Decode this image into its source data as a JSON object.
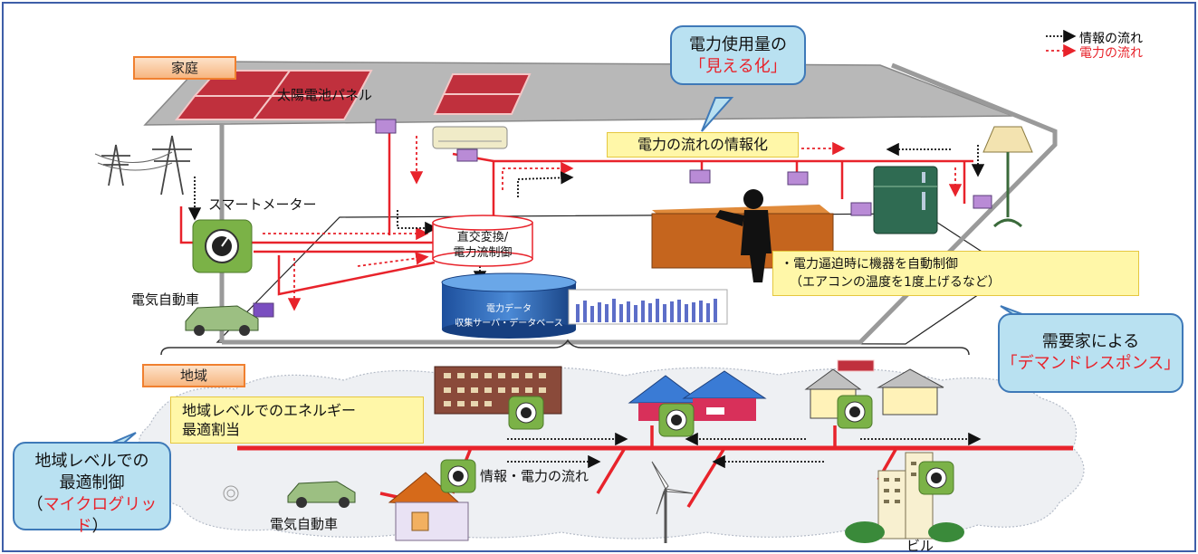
{
  "legend": {
    "info_flow": "情報の流れ",
    "power_flow": "電力の流れ"
  },
  "sections": {
    "home": "家庭",
    "region": "地域"
  },
  "home": {
    "solar_panel": "太陽電池パネル",
    "smart_meter": "スマートメーター",
    "dc_ac_line1": "直交変換/",
    "dc_ac_line2": "電力流制御",
    "server_line1": "電力データ",
    "server_line2": "収集サーバ・データベース",
    "ev": "電気自動車",
    "info_box": "電力の流れの情報化",
    "auto_control_line1": "・電力逼迫時に機器を自動制御",
    "auto_control_line2": "（エアコンの温度を1度上げるなど）"
  },
  "callouts": {
    "visualize": {
      "line1": "電力使用量の",
      "line2_red": "「見える化」"
    },
    "demand_response": {
      "line1": "需要家による",
      "line2_red": "「デマンドレスポンス」"
    },
    "microgrid": {
      "line1": "地域レベルでの",
      "line2": "最適制御",
      "line3_open": "（",
      "line3_red": "マイクログリッド",
      "line3_close": "）"
    }
  },
  "region": {
    "energy_box_line1": "地域レベルでのエネルギー",
    "energy_box_line2": "最適割当",
    "flow_label": "情報・電力の流れ",
    "ev": "電気自動車",
    "building": "ビル"
  },
  "colors": {
    "power": "#e8232b",
    "info": "#111111",
    "frame": "#3e5ea8",
    "callout_fill": "#b9e1f1",
    "callout_border": "#3e79b8",
    "yellow_box": "#fff7a8",
    "tag_border": "#f08030"
  }
}
